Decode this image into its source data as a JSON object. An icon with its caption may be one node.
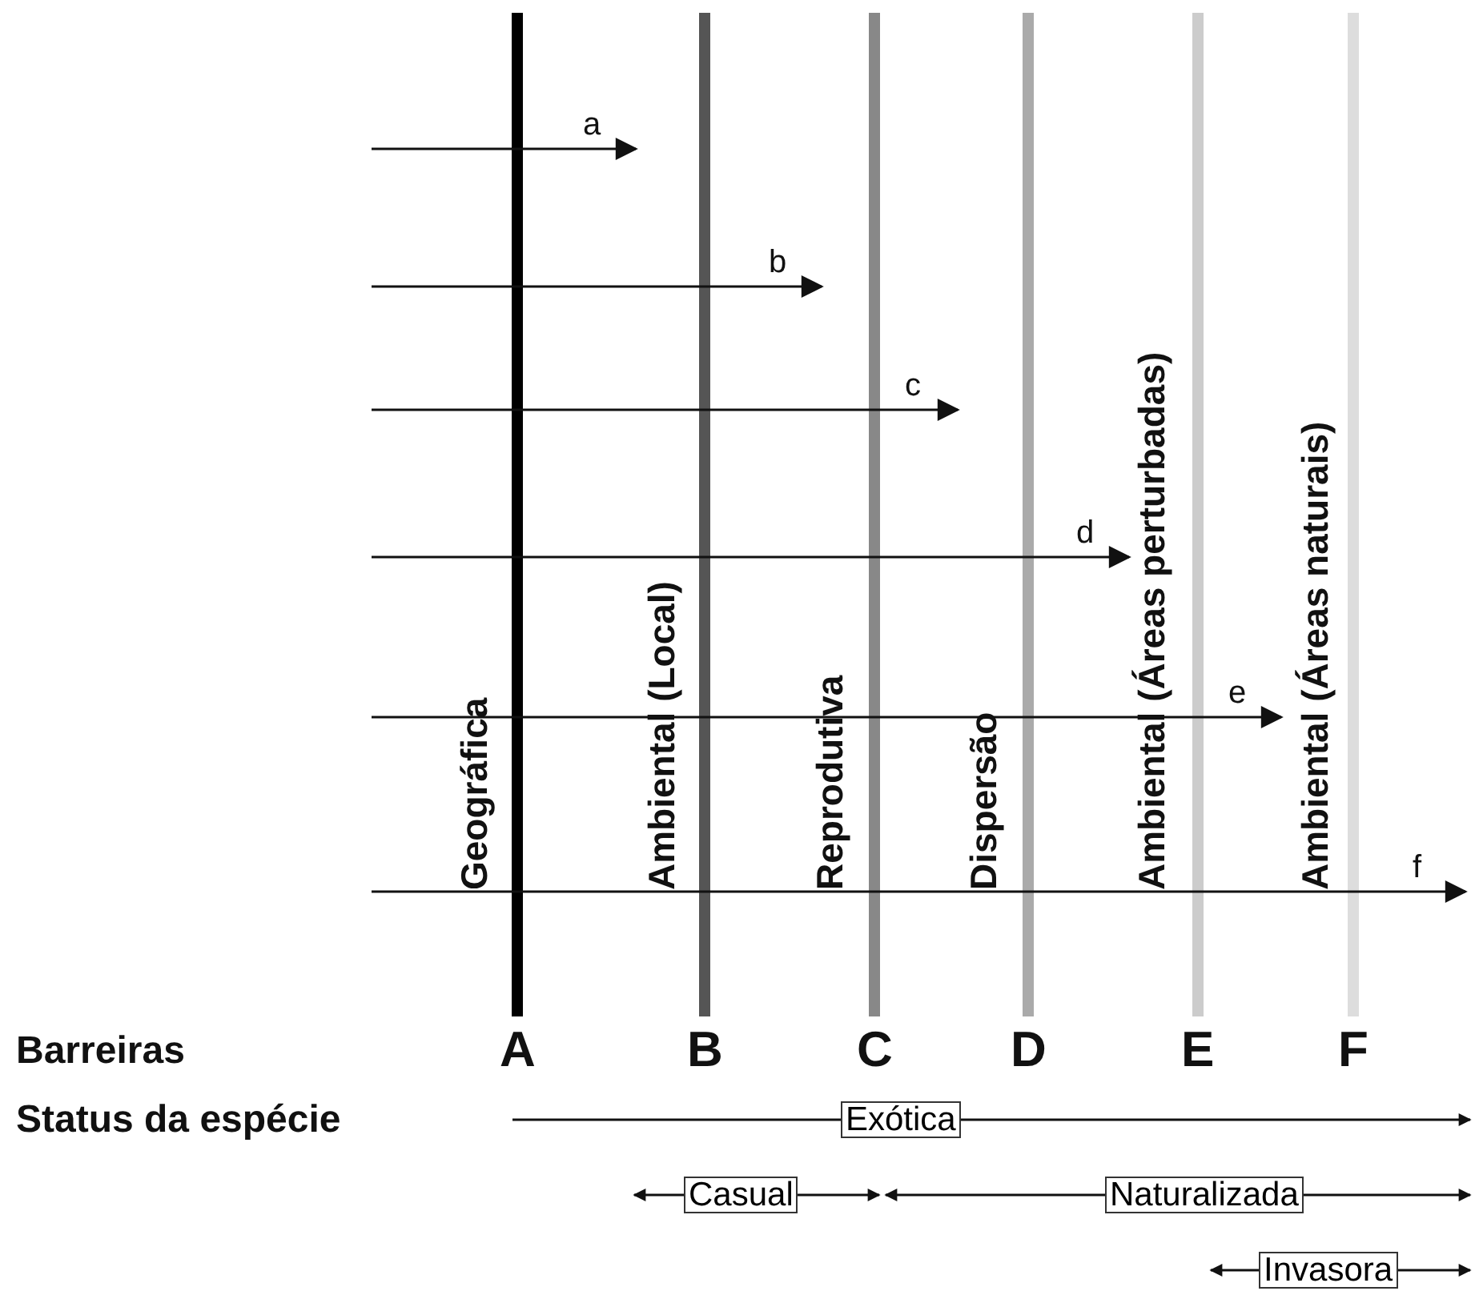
{
  "diagram": {
    "nodes": [
      {
        "text": [
          "Exótica"
        ]
      },
      {
        "text": [
          "Casual"
        ]
      },
      {
        "text": [
          "Naturalizada"
        ]
      },
      {
        "text": [
          "Invasora"
        ]
      }
    ],
    "edges": [
      {
        "from": null,
        "to": 0,
        "arrow": "none"
      },
      {
        "from": 0,
        "to": null,
        "arrow": "to"
      },
      {
        "from": 1,
        "to": null,
        "arrow": "to"
      },
      {
        "from": 1,
        "to": null,
        "arrow": "to"
      },
      {
        "from": 2,
        "to": null,
        "arrow": "to"
      },
      {
        "from": 2,
        "to": null,
        "arrow": "to"
      },
      {
        "from": 3,
        "to": null,
        "arrow": "to"
      },
      {
        "from": 3,
        "to": null,
        "arrow": "to"
      }
    ],
    "labels": [
      "a",
      "b",
      "c",
      "d",
      "e",
      "f",
      "Geográfica",
      "Ambiental (Local)",
      "Reprodutiva",
      "Dispersão",
      "Ambiental (Áreas perturbadas)",
      "Ambiental (Áreas naturais)",
      "Barreiras",
      "A",
      "B",
      "C",
      "D",
      "E",
      "F",
      "Status da espécie"
    ]
  }
}
